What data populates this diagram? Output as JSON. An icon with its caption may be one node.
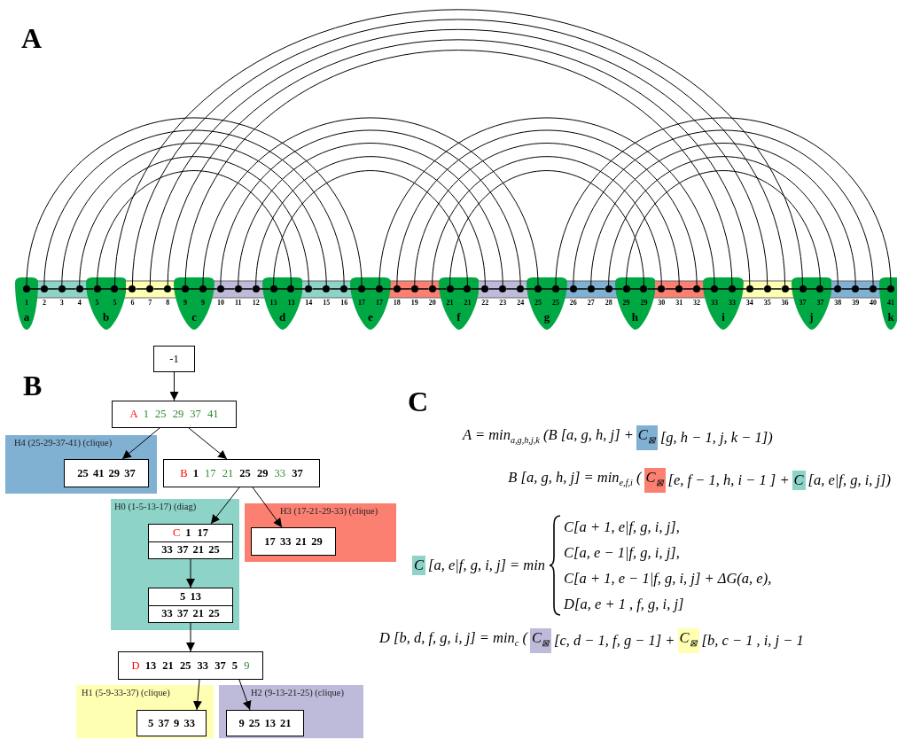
{
  "diagram": {
    "nodes": [
      {
        "text": [
          "a"
        ]
      },
      {
        "text": [],
        "shape": "circle",
        "beside": [
          "1"
        ],
        "in": 0
      },
      {
        "text": [],
        "shape": "circle",
        "beside": [
          "2"
        ]
      },
      {
        "text": [],
        "shape": "circle",
        "beside": [
          "3"
        ]
      },
      {
        "text": [],
        "shape": "circle",
        "beside": [
          "4"
        ]
      },
      {
        "text": [
          "b"
        ]
      },
      {
        "text": [],
        "shape": "circle",
        "beside": [
          "5"
        ],
        "in": 5
      },
      {
        "text": [],
        "shape": "circle",
        "beside": [
          "5"
        ],
        "in": 5
      },
      {
        "text": [],
        "shape": "circle",
        "beside": [
          "6"
        ]
      },
      {
        "text": [],
        "shape": "circle",
        "beside": [
          "7"
        ]
      },
      {
        "text": [],
        "shape": "circle",
        "beside": [
          "8"
        ]
      },
      {
        "text": [
          "c"
        ]
      },
      {
        "text": [],
        "shape": "circle",
        "beside": [
          "9"
        ],
        "in": 11
      },
      {
        "text": [],
        "shape": "circle",
        "beside": [
          "9"
        ],
        "in": 11
      },
      {
        "text": [],
        "shape": "circle",
        "beside": [
          "10"
        ]
      },
      {
        "text": [],
        "shape": "circle",
        "beside": [
          "11"
        ]
      },
      {
        "text": [],
        "shape": "circle",
        "beside": [
          "12"
        ]
      },
      {
        "text": [
          "d"
        ]
      },
      {
        "text": [],
        "shape": "circle",
        "beside": [
          "13"
        ],
        "in": 17
      },
      {
        "text": [],
        "shape": "circle",
        "beside": [
          "13"
        ],
        "in": 17
      },
      {
        "text": [],
        "shape": "circle",
        "beside": [
          "14"
        ]
      },
      {
        "text": [],
        "shape": "circle",
        "beside": [
          "15"
        ]
      },
      {
        "text": [],
        "shape": "circle",
        "beside": [
          "16"
        ]
      },
      {
        "text": [
          "e"
        ]
      },
      {
        "text": [],
        "shape": "circle",
        "beside": [
          "17"
        ],
        "in": 23
      },
      {
        "text": [],
        "shape": "circle",
        "beside": [
          "17"
        ],
        "in": 23
      },
      {
        "text": [],
        "shape": "circle",
        "beside": [
          "18"
        ]
      },
      {
        "text": [],
        "shape": "circle",
        "beside": [
          "19"
        ]
      },
      {
        "text": [],
        "shape": "circle",
        "beside": [
          "20"
        ]
      },
      {
        "text": [
          "f"
        ]
      },
      {
        "text": [],
        "shape": "circle",
        "beside": [
          "21"
        ],
        "in": 29
      },
      {
        "text": [],
        "shape": "circle",
        "beside": [
          "21"
        ],
        "in": 29
      },
      {
        "text": [],
        "shape": "circle",
        "beside": [
          "22"
        ]
      },
      {
        "text": [],
        "shape": "circle",
        "beside": [
          "23"
        ]
      },
      {
        "text": [],
        "shape": "circle",
        "beside": [
          "24"
        ]
      },
      {
        "text": [
          "g"
        ]
      },
      {
        "text": [],
        "shape": "circle",
        "beside": [
          "25"
        ],
        "in": 35
      },
      {
        "text": [],
        "shape": "circle",
        "beside": [
          "25"
        ],
        "in": 35
      },
      {
        "text": [],
        "shape": "circle",
        "beside": [
          "26"
        ]
      },
      {
        "text": [],
        "shape": "circle",
        "beside": [
          "27"
        ]
      },
      {
        "text": [],
        "shape": "circle",
        "beside": [
          "28"
        ]
      },
      {
        "text": [
          "h"
        ]
      },
      {
        "text": [],
        "shape": "circle",
        "beside": [
          "29"
        ],
        "in": 41
      },
      {
        "text": [],
        "shape": "circle",
        "beside": [
          "29"
        ],
        "in": 41
      },
      {
        "text": [],
        "shape": "circle",
        "beside": [
          "30"
        ]
      },
      {
        "text": [],
        "shape": "circle",
        "beside": [
          "31"
        ]
      },
      {
        "text": [],
        "shape": "circle",
        "beside": [
          "32"
        ]
      },
      {
        "text": [
          "i"
        ]
      },
      {
        "text": [],
        "shape": "circle",
        "beside": [
          "33"
        ],
        "in": 47
      },
      {
        "text": [],
        "shape": "circle",
        "beside": [
          "33"
        ],
        "in": 47
      },
      {
        "text": [],
        "shape": "circle",
        "beside": [
          "34"
        ]
      },
      {
        "text": [],
        "shape": "circle",
        "beside": [
          "35"
        ]
      },
      {
        "text": [],
        "shape": "circle",
        "beside": [
          "36"
        ]
      },
      {
        "text": [
          "j"
        ]
      },
      {
        "text": [],
        "shape": "circle",
        "beside": [
          "37"
        ],
        "in": 53
      },
      {
        "text": [],
        "shape": "circle",
        "beside": [
          "37"
        ],
        "in": 53
      },
      {
        "text": [],
        "shape": "circle",
        "beside": [
          "38"
        ]
      },
      {
        "text": [],
        "shape": "circle",
        "beside": [
          "39"
        ]
      },
      {
        "text": [],
        "shape": "circle",
        "beside": [
          "40"
        ]
      },
      {
        "text": [
          "k"
        ]
      },
      {
        "text": [],
        "shape": "circle",
        "beside": [
          "41"
        ],
        "in": 59
      },
      {
        "text": [
          "-1"
        ]
      },
      {
        "text": [
          "A",
          "1 25 29 37 41"
        ]
      },
      {
        "text": [
          "H4 (25-29-37-41) (clique)"
        ]
      },
      {
        "text": [
          "25 41 29 37"
        ],
        "in": 63
      },
      {
        "text": [
          "B",
          "**1** 17 21 **25 29** 33 **37**"
        ]
      },
      {
        "text": [
          "H0 (1-5-13-17) (diag)"
        ]
      },
      {
        "text": [
          "C",
          "**1 17**",
          "33 37 21 25"
        ],
        "in": 66
      },
      {
        "text": [
          "5 13",
          "33 37 21 25"
        ],
        "in": 66
      },
      {
        "text": [
          "H3 (17-21-29-33) (clique)"
        ]
      },
      {
        "text": [
          "17 33 21 29"
        ],
        "in": 69
      },
      {
        "text": [
          "D",
          "**13 21 25 33 37 5** 9"
        ]
      },
      {
        "text": [
          "H1 (5-9-33-37) (clique)"
        ]
      },
      {
        "text": [
          "5 37 9 33"
        ],
        "in": 72
      },
      {
        "text": [
          "H2 (9-13-21-25) (clique)"
        ]
      },
      {
        "text": [
          "9 25 13 21"
        ],
        "in": 74
      }
    ],
    "edges": [
      {
        "from": 1,
        "to": 24,
        "arrow": "none"
      },
      {
        "from": 2,
        "to": 22,
        "arrow": "none"
      },
      {
        "from": 3,
        "to": 21,
        "arrow": "none"
      },
      {
        "from": 4,
        "to": 20,
        "arrow": "none"
      },
      {
        "from": 6,
        "to": 19,
        "arrow": "none"
      },
      {
        "from": 7,
        "to": 54,
        "arrow": "none"
      },
      {
        "from": 8,
        "to": 52,
        "arrow": "none"
      },
      {
        "from": 9,
        "to": 51,
        "arrow": "none"
      },
      {
        "from": 10,
        "to": 50,
        "arrow": "none"
      },
      {
        "from": 12,
        "to": 49,
        "arrow": "none"
      },
      {
        "from": 13,
        "to": 36,
        "arrow": "none"
      },
      {
        "from": 14,
        "to": 34,
        "arrow": "none"
      },
      {
        "from": 15,
        "to": 33,
        "arrow": "none"
      },
      {
        "from": 16,
        "to": 32,
        "arrow": "none"
      },
      {
        "from": 18,
        "to": 31,
        "arrow": "none"
      },
      {
        "from": 25,
        "to": 48,
        "arrow": "none"
      },
      {
        "from": 26,
        "to": 46,
        "arrow": "none"
      },
      {
        "from": 27,
        "to": 45,
        "arrow": "none"
      },
      {
        "from": 28,
        "to": 44,
        "arrow": "none"
      },
      {
        "from": 30,
        "to": 43,
        "arrow": "none"
      },
      {
        "from": 37,
        "to": 60,
        "arrow": "none"
      },
      {
        "from": 38,
        "to": 58,
        "arrow": "none"
      },
      {
        "from": 39,
        "to": 57,
        "arrow": "none"
      },
      {
        "from": 40,
        "to": 56,
        "arrow": "none"
      },
      {
        "from": 42,
        "to": 55,
        "arrow": "none"
      },
      {
        "from": 61,
        "to": 62,
        "arrow": "to"
      },
      {
        "from": 62,
        "to": 64,
        "arrow": "to"
      },
      {
        "from": 62,
        "to": 65,
        "arrow": "to"
      },
      {
        "from": 65,
        "to": 67,
        "arrow": "to"
      },
      {
        "from": 65,
        "to": 70,
        "arrow": "to"
      },
      {
        "from": 67,
        "to": 68,
        "arrow": "to"
      },
      {
        "from": 68,
        "to": 71,
        "arrow": "to"
      },
      {
        "from": 71,
        "to": 73,
        "arrow": "to"
      },
      {
        "from": 71,
        "to": 75,
        "arrow": "to"
      },
      {
        "from": 1,
        "to": 2,
        "arrow": "none"
      },
      {
        "from": 2,
        "to": 3,
        "arrow": "none"
      },
      {
        "from": 3,
        "to": 4,
        "arrow": "none"
      },
      {
        "from": 4,
        "to": 6,
        "arrow": "none"
      },
      {
        "from": 6,
        "to": 7,
        "arrow": "none"
      },
      {
        "from": 7,
        "to": 8,
        "arrow": "none"
      },
      {
        "from": 8,
        "to": 9,
        "arrow": "none"
      },
      {
        "from": 9,
        "to": 10,
        "arrow": "none"
      },
      {
        "from": 10,
        "to": 12,
        "arrow": "none"
      },
      {
        "from": 12,
        "to": 13,
        "arrow": "none"
      },
      {
        "from": 13,
        "to": 14,
        "arrow": "none"
      },
      {
        "from": 14,
        "to": 15,
        "arrow": "none"
      },
      {
        "from": 15,
        "to": 16,
        "arrow": "none"
      },
      {
        "from": 16,
        "to": 18,
        "arrow": "none"
      },
      {
        "from": 18,
        "to": 19,
        "arrow": "none"
      },
      {
        "from": 19,
        "to": 20,
        "arrow": "none"
      },
      {
        "from": 20,
        "to": 21,
        "arrow": "none"
      },
      {
        "from": 21,
        "to": 22,
        "arrow": "none"
      },
      {
        "from": 22,
        "to": 24,
        "arrow": "none"
      },
      {
        "from": 24,
        "to": 25,
        "arrow": "none"
      },
      {
        "from": 25,
        "to": 26,
        "arrow": "none"
      },
      {
        "from": 26,
        "to": 27,
        "arrow": "none"
      },
      {
        "from": 27,
        "to": 28,
        "arrow": "none"
      },
      {
        "from": 28,
        "to": 30,
        "arrow": "none"
      },
      {
        "from": 30,
        "to": 31,
        "arrow": "none"
      },
      {
        "from": 31,
        "to": 32,
        "arrow": "none"
      },
      {
        "from": 32,
        "to": 33,
        "arrow": "none"
      },
      {
        "from": 33,
        "to": 34,
        "arrow": "none"
      },
      {
        "from": 34,
        "to": 36,
        "arrow": "none"
      },
      {
        "from": 36,
        "to": 37,
        "arrow": "none"
      },
      {
        "from": 37,
        "to": 38,
        "arrow": "none"
      },
      {
        "from": 38,
        "to": 39,
        "arrow": "none"
      },
      {
        "from": 39,
        "to": 40,
        "arrow": "none"
      },
      {
        "from": 40,
        "to": 42,
        "arrow": "none"
      },
      {
        "from": 42,
        "to": 43,
        "arrow": "none"
      },
      {
        "from": 43,
        "to": 44,
        "arrow": "none"
      },
      {
        "from": 44,
        "to": 45,
        "arrow": "none"
      },
      {
        "from": 45,
        "to": 46,
        "arrow": "none"
      },
      {
        "from": 46,
        "to": 48,
        "arrow": "none"
      },
      {
        "from": 48,
        "to": 49,
        "arrow": "none"
      },
      {
        "from": 49,
        "to": 50,
        "arrow": "none"
      },
      {
        "from": 50,
        "to": 51,
        "arrow": "none"
      },
      {
        "from": 51,
        "to": 52,
        "arrow": "none"
      },
      {
        "from": 52,
        "to": 54,
        "arrow": "none"
      },
      {
        "from": 54,
        "to": 55,
        "arrow": "none"
      },
      {
        "from": 55,
        "to": 56,
        "arrow": "none"
      },
      {
        "from": 56,
        "to": 57,
        "arrow": "none"
      },
      {
        "from": 57,
        "to": 58,
        "arrow": "none"
      },
      {
        "from": 58,
        "to": 60,
        "arrow": "none"
      }
    ],
    "labels": [
      "A",
      "B",
      "C",
      "A = min$_{a,g,h,j,k}$ (B [a, g, h, j] +",
      "C$_{⊠}$",
      "[g, h − 1, j, k − 1])",
      "B [a, g, h, j] = min$_{e,f,i}$ (",
      "C$_{⊠}$",
      "[e, f − 1, h, i − 1 ] +",
      "C",
      "[a, e|f, g, i, j])",
      "C",
      "[a, e|f, g, i, j] = min",
      "C[a + 1, e|f, g, i, j],",
      "C[a, e − 1|f, g, i, j],",
      "C[a + 1, e − 1|f, g, i, j] + ΔG(a, e),",
      "D[a, e + 1 , f, g, i, j]",
      "D [b, d, f, g, i, j] = min$_{c}$ (",
      "C$_{⊠}$",
      "[c, d − 1, f, g − 1] +",
      "C$_{⊠}$",
      "[b, c − 1 , i, j − 1"
    ]
  }
}
